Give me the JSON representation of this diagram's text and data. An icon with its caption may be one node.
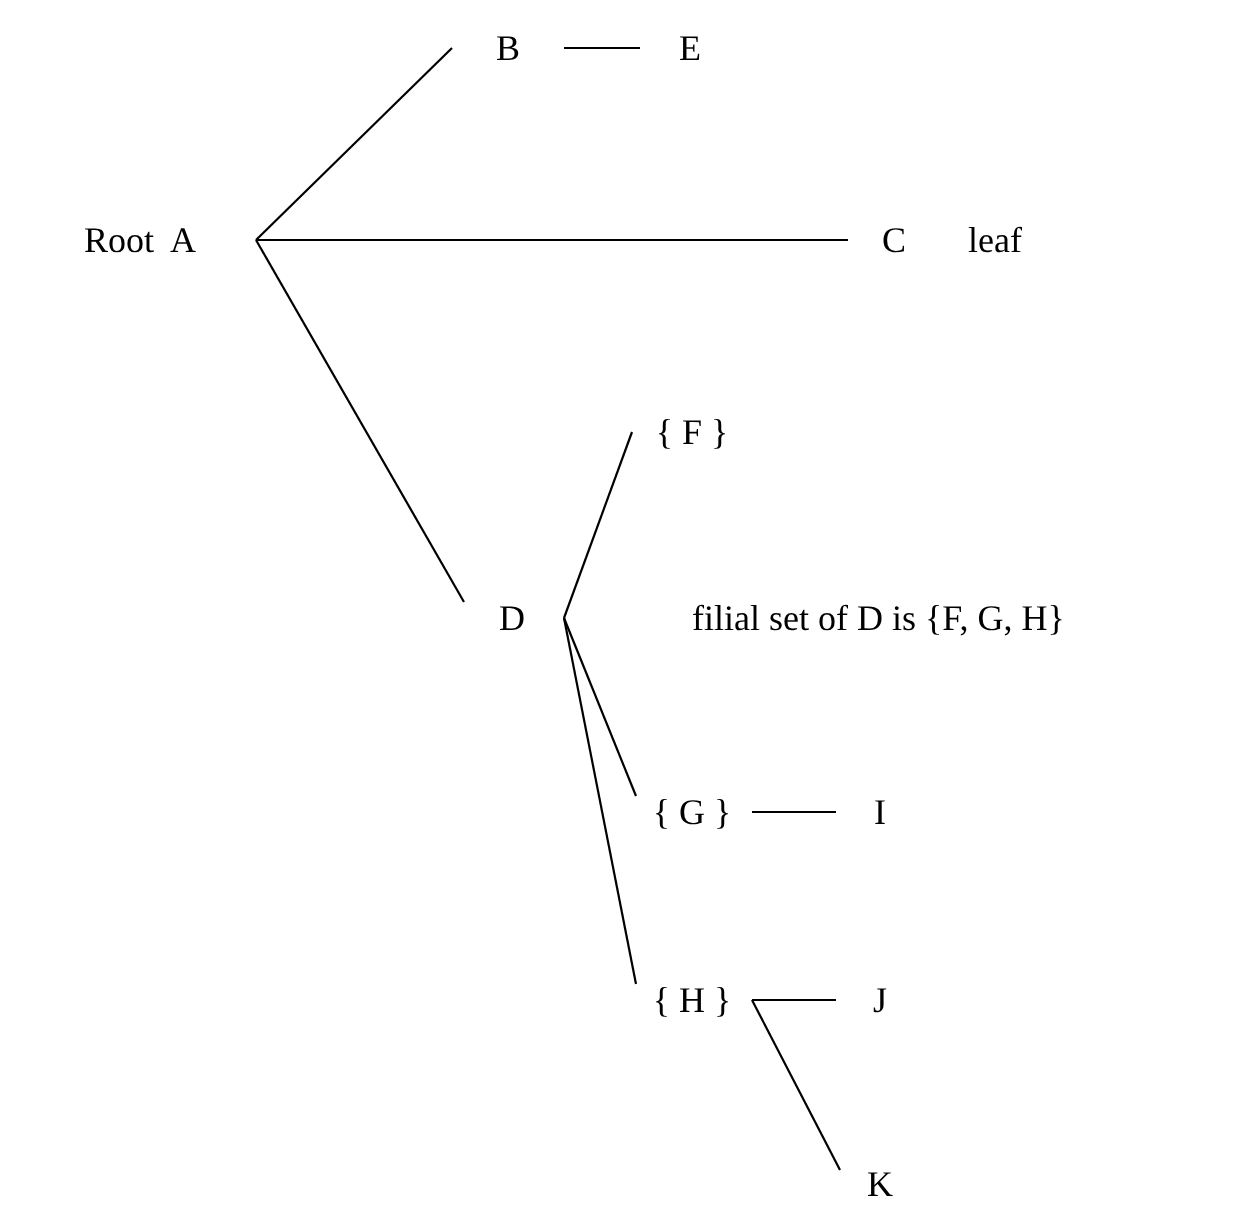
{
  "diagram": {
    "nodes": [
      {
        "text": [
          "Root  A"
        ]
      },
      {
        "text": [
          "B"
        ]
      },
      {
        "text": [
          "E"
        ]
      },
      {
        "text": [
          "C"
        ],
        "beside": [
          "leaf"
        ]
      },
      {
        "text": [
          "D"
        ]
      },
      {
        "text": [
          "{ F }"
        ]
      },
      {
        "text": [
          "{ G }"
        ]
      },
      {
        "text": [
          "I"
        ]
      },
      {
        "text": [
          "{ H }"
        ]
      },
      {
        "text": [
          "J"
        ]
      },
      {
        "text": [
          "K"
        ]
      }
    ],
    "edges": [
      {
        "from": 0,
        "to": 1,
        "arrow": "none"
      },
      {
        "from": 0,
        "to": 3,
        "arrow": "none"
      },
      {
        "from": 0,
        "to": 4,
        "arrow": "none"
      },
      {
        "from": 1,
        "to": 2,
        "arrow": "none"
      },
      {
        "from": 4,
        "to": 5,
        "arrow": "none"
      },
      {
        "from": 4,
        "to": 6,
        "arrow": "none"
      },
      {
        "from": 4,
        "to": 8,
        "arrow": "none"
      },
      {
        "from": 6,
        "to": 7,
        "arrow": "none"
      },
      {
        "from": 8,
        "to": 9,
        "arrow": "none"
      },
      {
        "from": 8,
        "to": 10,
        "arrow": "none"
      }
    ],
    "labels": [
      "filial set of D is {F, G, H}"
    ]
  }
}
